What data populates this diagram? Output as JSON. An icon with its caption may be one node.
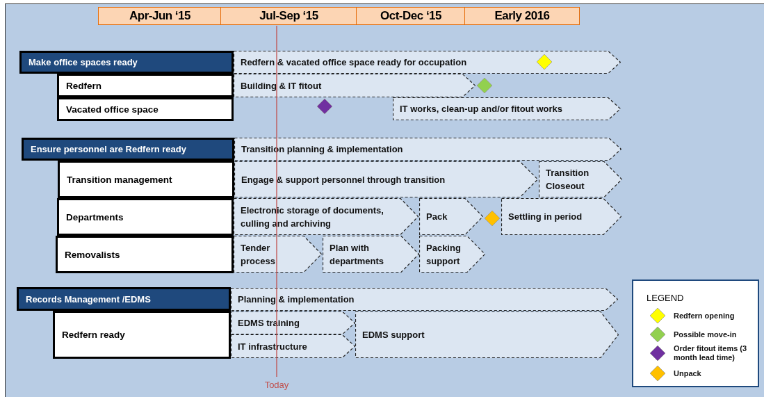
{
  "diagram": {
    "nodes": [
      {
        "text": [
          "Make office spaces ready"
        ]
      },
      {
        "text": [
          "Redfern & vacated office space ready for occupation"
        ]
      },
      {
        "text": [
          "Redfern"
        ]
      },
      {
        "text": [
          "Building & IT fitout"
        ]
      },
      {
        "text": [
          "Vacated office space"
        ]
      },
      {
        "text": [
          "IT works, clean-up and/or fitout works"
        ]
      },
      {
        "text": [
          "Ensure personnel are Redfern ready"
        ]
      },
      {
        "text": [
          "Transition planning & implementation"
        ]
      },
      {
        "text": [
          "Transition management"
        ]
      },
      {
        "text": [
          "Engage & support personnel through transition"
        ]
      },
      {
        "text": [
          "Transition Closeout"
        ]
      },
      {
        "text": [
          "Departments"
        ]
      },
      {
        "text": [
          "Electronic storage of documents, culling and archiving"
        ]
      },
      {
        "text": [
          "Pack"
        ]
      },
      {
        "text": [
          "Settling in period"
        ]
      },
      {
        "text": [
          "Removalists"
        ]
      },
      {
        "text": [
          "Tender process"
        ]
      },
      {
        "text": [
          "Plan with departments"
        ]
      },
      {
        "text": [
          "Packing support"
        ]
      },
      {
        "text": [
          "Records Management /EDMS"
        ]
      },
      {
        "text": [
          "Planning & implementation"
        ]
      },
      {
        "text": [
          "Redfern ready"
        ]
      },
      {
        "text": [
          "EDMS training"
        ]
      },
      {
        "text": [
          "IT infrastructure"
        ]
      },
      {
        "text": [
          "EDMS support"
        ]
      }
    ],
    "labels": [
      "Apr-Jun ‘15",
      "Jul-Sep ‘15",
      "Oct-Dec ‘15",
      "Early 2016",
      "Today",
      "LEGEND"
    ],
    "legend": [
      {
        "text": "Redfern opening",
        "color": "#ffff00"
      },
      {
        "text": "Possible move-in",
        "color": "#92d050"
      },
      {
        "text": "Order fitout items (3 month lead time)",
        "color": "#7030a0"
      },
      {
        "text": "Unpack",
        "color": "#ffc000"
      }
    ]
  }
}
